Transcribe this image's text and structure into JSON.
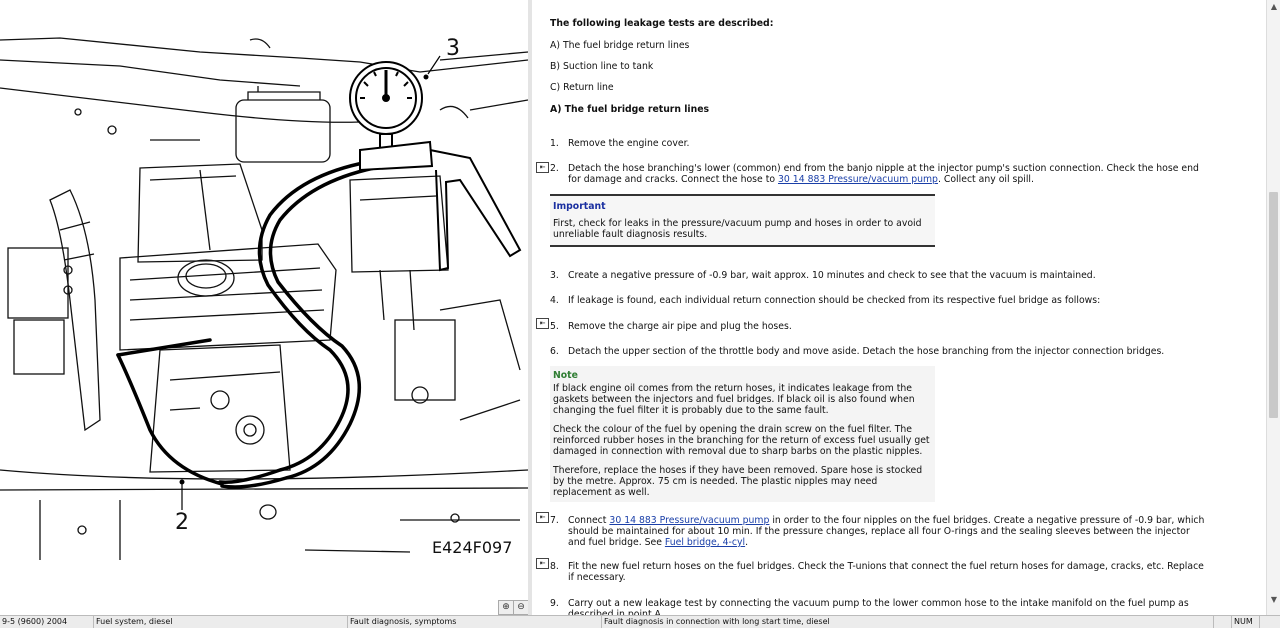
{
  "illustration": {
    "callouts": [
      "3",
      "2"
    ],
    "figure_code": "E424F097"
  },
  "document": {
    "intro": "The following leakage tests are described:",
    "tests": [
      "A) The fuel bridge return lines",
      "B) Suction line to tank",
      "C) Return line"
    ],
    "section_heading": "A) The fuel bridge return lines",
    "steps": [
      {
        "num": "1.",
        "text": "Remove the engine cover."
      },
      {
        "num": "2.",
        "text_pre": "Detach the hose branching's lower (common) end from the banjo nipple at the injector pump's suction connection. Check the hose end for damage and cracks. Connect the hose to ",
        "link": "30 14 883 Pressure/vacuum pump",
        "text_post": ". Collect any oil spill."
      },
      {
        "num": "3.",
        "text": "Create a negative pressure of -0.9 bar, wait approx. 10 minutes and check to see that the vacuum is maintained."
      },
      {
        "num": "4.",
        "text": "If leakage is found, each individual return connection should be checked from its respective fuel bridge as follows:"
      },
      {
        "num": "5.",
        "text": "Remove the charge air pipe and plug the hoses."
      },
      {
        "num": "6.",
        "text": "Detach the upper section of the throttle body and move aside. Detach the hose branching from the injector connection bridges."
      },
      {
        "num": "7.",
        "text_pre": "Connect ",
        "link": "30 14 883 Pressure/vacuum pump",
        "text_mid": " in order to the four nipples on the fuel bridges. Create a negative pressure of -0.9 bar, which should be maintained for about 10 min. If the pressure changes, replace all four O-rings and the sealing sleeves between the injector and fuel bridge. See ",
        "link2": "Fuel bridge, 4-cyl",
        "text_post": "."
      },
      {
        "num": "8.",
        "text": "Fit the new fuel return hoses on the fuel bridges. Check the T-unions that connect the fuel return hoses for damage, cracks, etc. Replace if necessary."
      },
      {
        "num": "9.",
        "text": "Carry out a new leakage test by connecting the vacuum pump to the lower common hose to the intake manifold on the fuel pump as described in point A."
      }
    ],
    "important": {
      "title": "Important",
      "text": "First, check for leaks in the pressure/vacuum pump and hoses in order to avoid unreliable fault diagnosis results."
    },
    "note": {
      "title": "Note",
      "paragraphs": [
        "If black engine oil comes from the return hoses, it indicates leakage from the gaskets between the injectors and fuel bridges. If black oil is also found when changing the fuel filter it is probably due to the same fault.",
        "Check the colour of the fuel by opening the drain screw on the fuel filter. The reinforced rubber hoses in the branching for the return of excess fuel usually get damaged in connection with removal due to sharp barbs on the plastic nipples.",
        "Therefore, replace the hoses if they have been removed. Spare hose is stocked by the metre. Approx. 75 cm is needed. The plastic nipples may need replacement as well."
      ]
    }
  },
  "status_bar": {
    "vehicle": "9-5 (9600) 2004",
    "system": "Fuel system, diesel",
    "category": "Fault diagnosis, symptoms",
    "topic": "Fault diagnosis in connection with long start time, diesel",
    "num": "NUM"
  },
  "icons": {
    "zoom_in": "zoom-in-icon",
    "zoom_out": "zoom-out-icon",
    "step_marker": "step-marker-icon"
  }
}
